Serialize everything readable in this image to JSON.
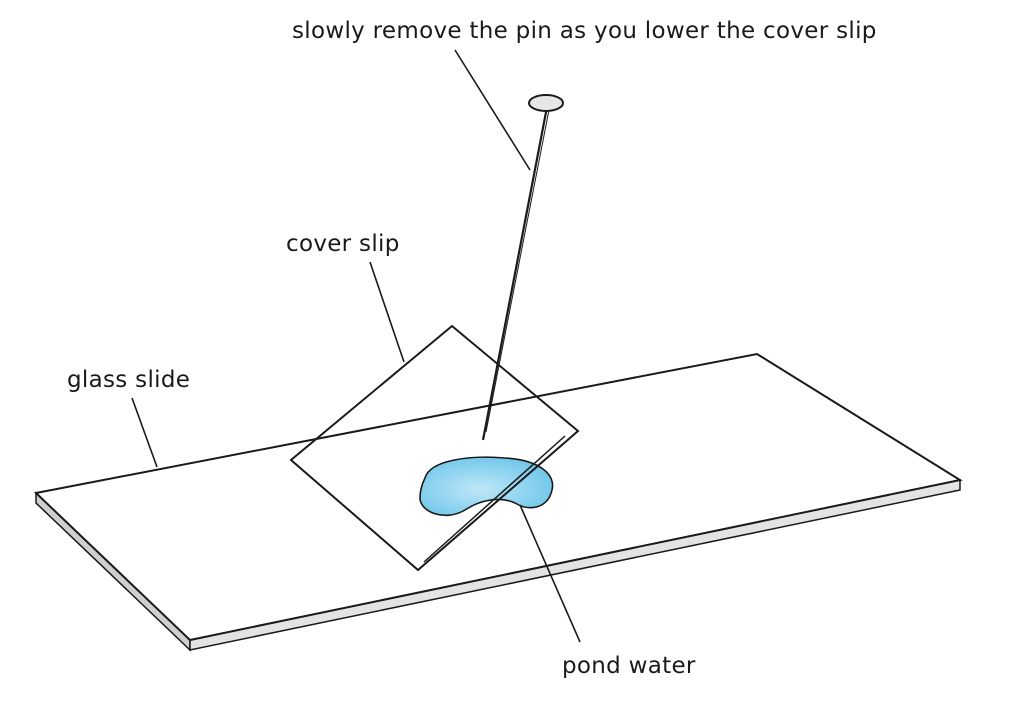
{
  "labels": {
    "instruction": "slowly remove the pin as you lower the cover slip",
    "cover_slip": "cover slip",
    "glass_slide": "glass slide",
    "pond_water": "pond water"
  },
  "colors": {
    "pond_water_fill": "#6ec6ea",
    "pond_water_highlight": "#bfe7f7",
    "ink": "#1a1a1a",
    "slide_edge": "#d9d9d9",
    "background": "#ffffff"
  }
}
